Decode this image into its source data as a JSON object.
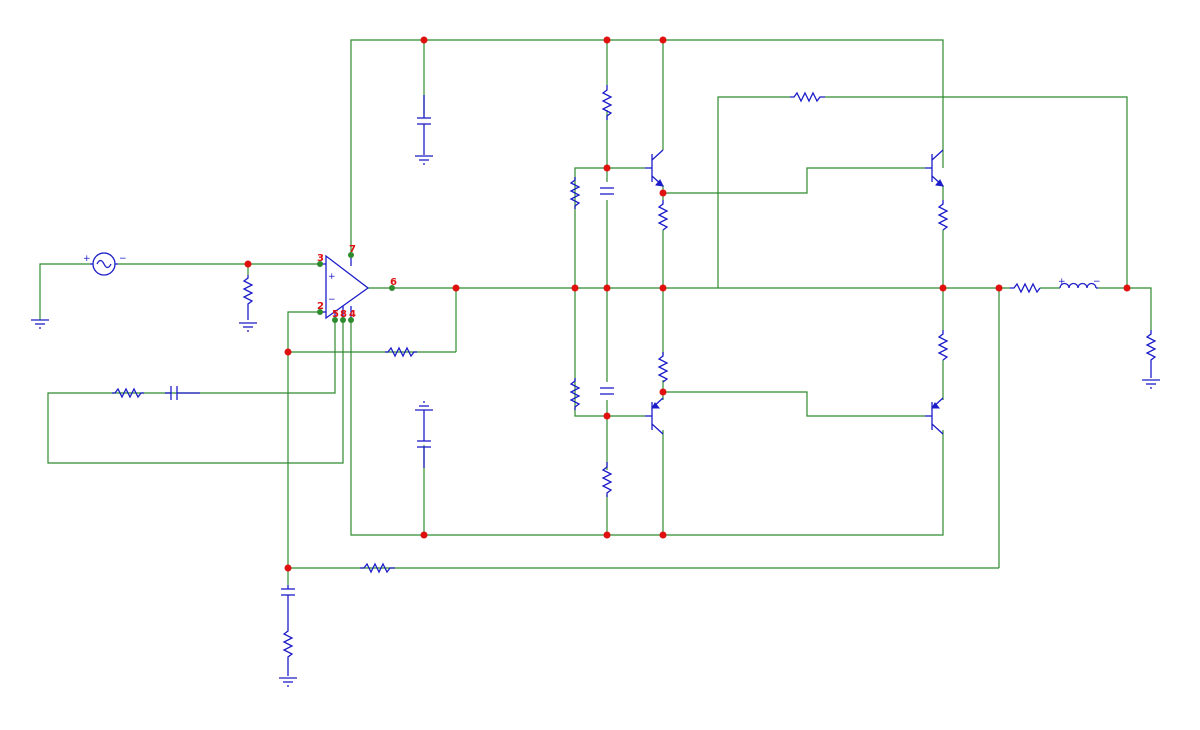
{
  "opamp": {
    "pin_noninv": "3",
    "pin_inv": "2",
    "pin_vplus": "7",
    "pin_out": "6",
    "pin_a": "5",
    "pin_b": "8",
    "pin_vminus": "4",
    "plus_sign": "+",
    "minus_sign": "−"
  },
  "source": {
    "plus": "+",
    "minus": "−"
  },
  "inductor": {
    "plus": "+",
    "minus": "−"
  },
  "colors": {
    "wire": "#2e8b2e",
    "component": "#1c1cc8",
    "junction": "#e01010"
  }
}
